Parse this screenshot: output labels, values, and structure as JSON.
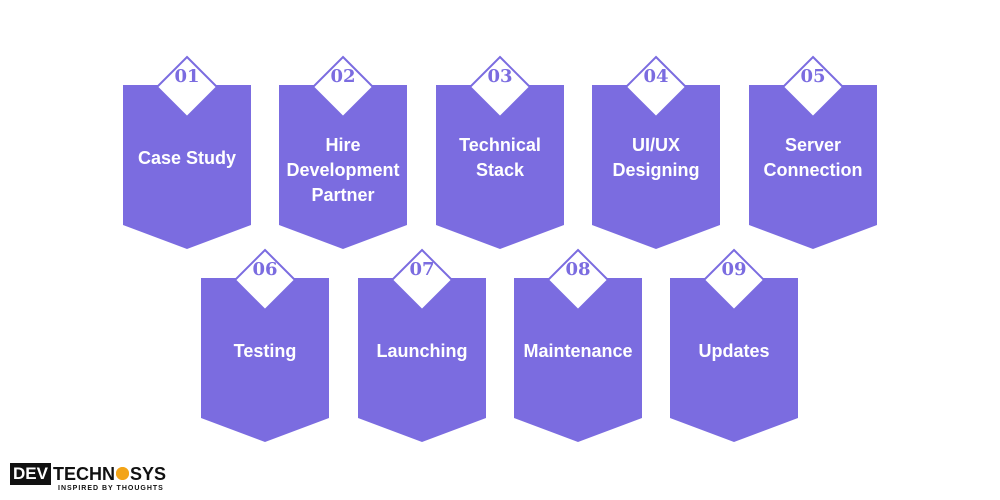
{
  "colors": {
    "accent": "#7b6ce0",
    "label": "#ffffff",
    "diamond_fill": "#ffffff"
  },
  "steps": [
    {
      "number": "01",
      "label": "Case Study"
    },
    {
      "number": "02",
      "label": "Hire\nDevelopment\nPartner"
    },
    {
      "number": "03",
      "label": "Technical\nStack"
    },
    {
      "number": "04",
      "label": "UI/UX\nDesigning"
    },
    {
      "number": "05",
      "label": "Server\nConnection"
    },
    {
      "number": "06",
      "label": "Testing"
    },
    {
      "number": "07",
      "label": "Launching"
    },
    {
      "number": "08",
      "label": "Maintenance"
    },
    {
      "number": "09",
      "label": "Updates"
    }
  ],
  "logo": {
    "brand_dev": "DEV",
    "brand_techno": "TECHN",
    "brand_sys": "SYS",
    "tagline": "INSPIRED BY THOUGHTS"
  }
}
